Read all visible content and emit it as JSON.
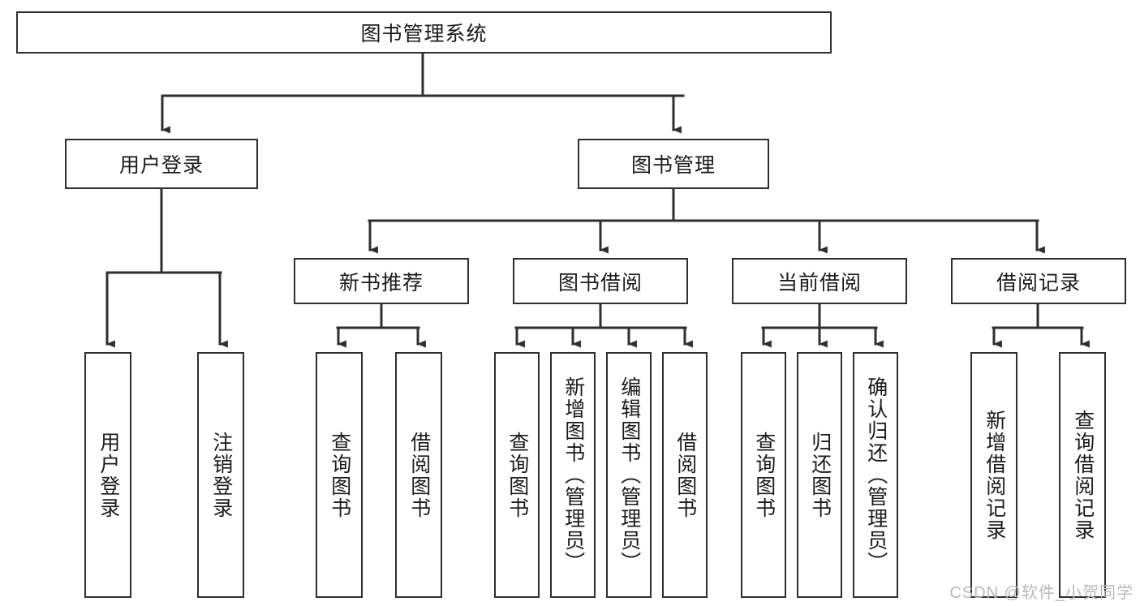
{
  "diagram": {
    "type": "hierarchy-tree",
    "title": "图书管理系统",
    "watermark": "CSDN @软件_小贺同学",
    "colors": {
      "stroke": "#2f2f2f",
      "fill": "#ffffff",
      "text": "#1b1b1b",
      "watermark": "#b9b9b9"
    },
    "nodes": {
      "root": "图书管理系统",
      "level2": [
        "用户登录",
        "图书管理"
      ],
      "level3": [
        "新书推荐",
        "图书借阅",
        "当前借阅",
        "借阅记录"
      ],
      "leaves_user_login": [
        "用户登录",
        "注销登录"
      ],
      "leaves_new_book": [
        "查询图书",
        "借阅图书"
      ],
      "leaves_borrow": [
        "查询图书",
        "新增图书（管理员）",
        "编辑图书（管理员）",
        "借阅图书"
      ],
      "leaves_current": [
        "查询图书",
        "归还图书",
        "确认归还（管理员）"
      ],
      "leaves_record": [
        "新增借阅记录",
        "查询借阅记录"
      ]
    },
    "edges": [
      {
        "from": "图书管理系统",
        "to": "用户登录"
      },
      {
        "from": "图书管理系统",
        "to": "图书管理"
      },
      {
        "from": "用户登录",
        "to": "用户登录"
      },
      {
        "from": "用户登录",
        "to": "注销登录"
      },
      {
        "from": "图书管理",
        "to": "新书推荐"
      },
      {
        "from": "图书管理",
        "to": "图书借阅"
      },
      {
        "from": "图书管理",
        "to": "当前借阅"
      },
      {
        "from": "图书管理",
        "to": "借阅记录"
      },
      {
        "from": "新书推荐",
        "to": "查询图书"
      },
      {
        "from": "新书推荐",
        "to": "借阅图书"
      },
      {
        "from": "图书借阅",
        "to": "查询图书"
      },
      {
        "from": "图书借阅",
        "to": "新增图书（管理员）"
      },
      {
        "from": "图书借阅",
        "to": "编辑图书（管理员）"
      },
      {
        "from": "图书借阅",
        "to": "借阅图书"
      },
      {
        "from": "当前借阅",
        "to": "查询图书"
      },
      {
        "from": "当前借阅",
        "to": "归还图书"
      },
      {
        "from": "当前借阅",
        "to": "确认归还（管理员）"
      },
      {
        "from": "借阅记录",
        "to": "新增借阅记录"
      },
      {
        "from": "借阅记录",
        "to": "查询借阅记录"
      }
    ]
  }
}
